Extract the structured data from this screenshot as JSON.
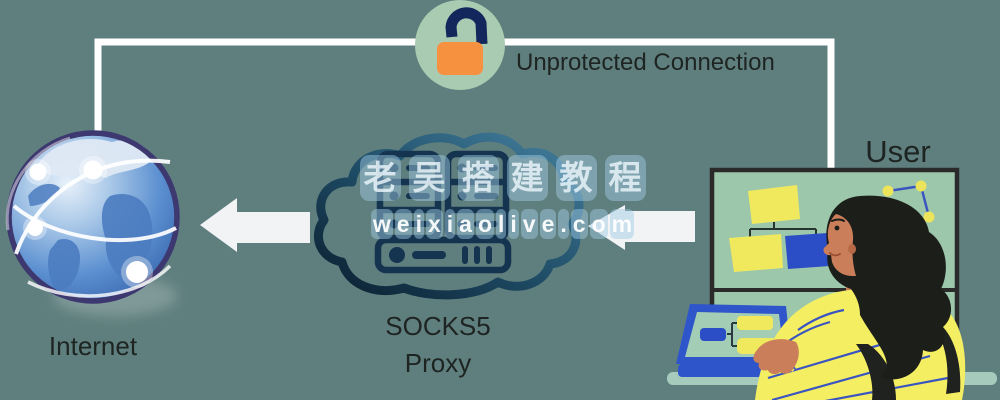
{
  "diagram": {
    "labels": {
      "connection": "Unprotected Connection",
      "internet": "Internet",
      "proxy_line1": "SOCKS5",
      "proxy_line2": "Proxy",
      "user": "User"
    },
    "watermark": {
      "line1": "老吴搭建教程",
      "line2": "weixiaolive.com"
    },
    "icons": {
      "internet": "globe-icon",
      "proxy": "cloud-server-icon",
      "connection": "unlocked-padlock-icon",
      "flow": "left-arrow-icon",
      "user": "person-at-laptop-illustration"
    },
    "colors": {
      "background": "#5f7f7e",
      "line_white": "#ffffff",
      "arrow_white": "#f1f3f5",
      "lock_circle_green": "#a9cbb1",
      "lock_body_orange": "#f6913f",
      "lock_shackle_navy": "#14275c",
      "cloud_dark": "#0b1d2e",
      "cloud_light": "#44809f",
      "server_navy": "#153450",
      "board_green": "#9cc7ab",
      "sticky_yellow": "#f0e95e",
      "sticky_blue": "#2b4ec6",
      "laptop_blue": "#2f55cb",
      "shirt_yellow": "#f4ee63",
      "stripe_blue": "#3b55c0",
      "skin": "#ca7e59",
      "hair_black": "#1c1e1a",
      "text": "#1e2421"
    }
  }
}
